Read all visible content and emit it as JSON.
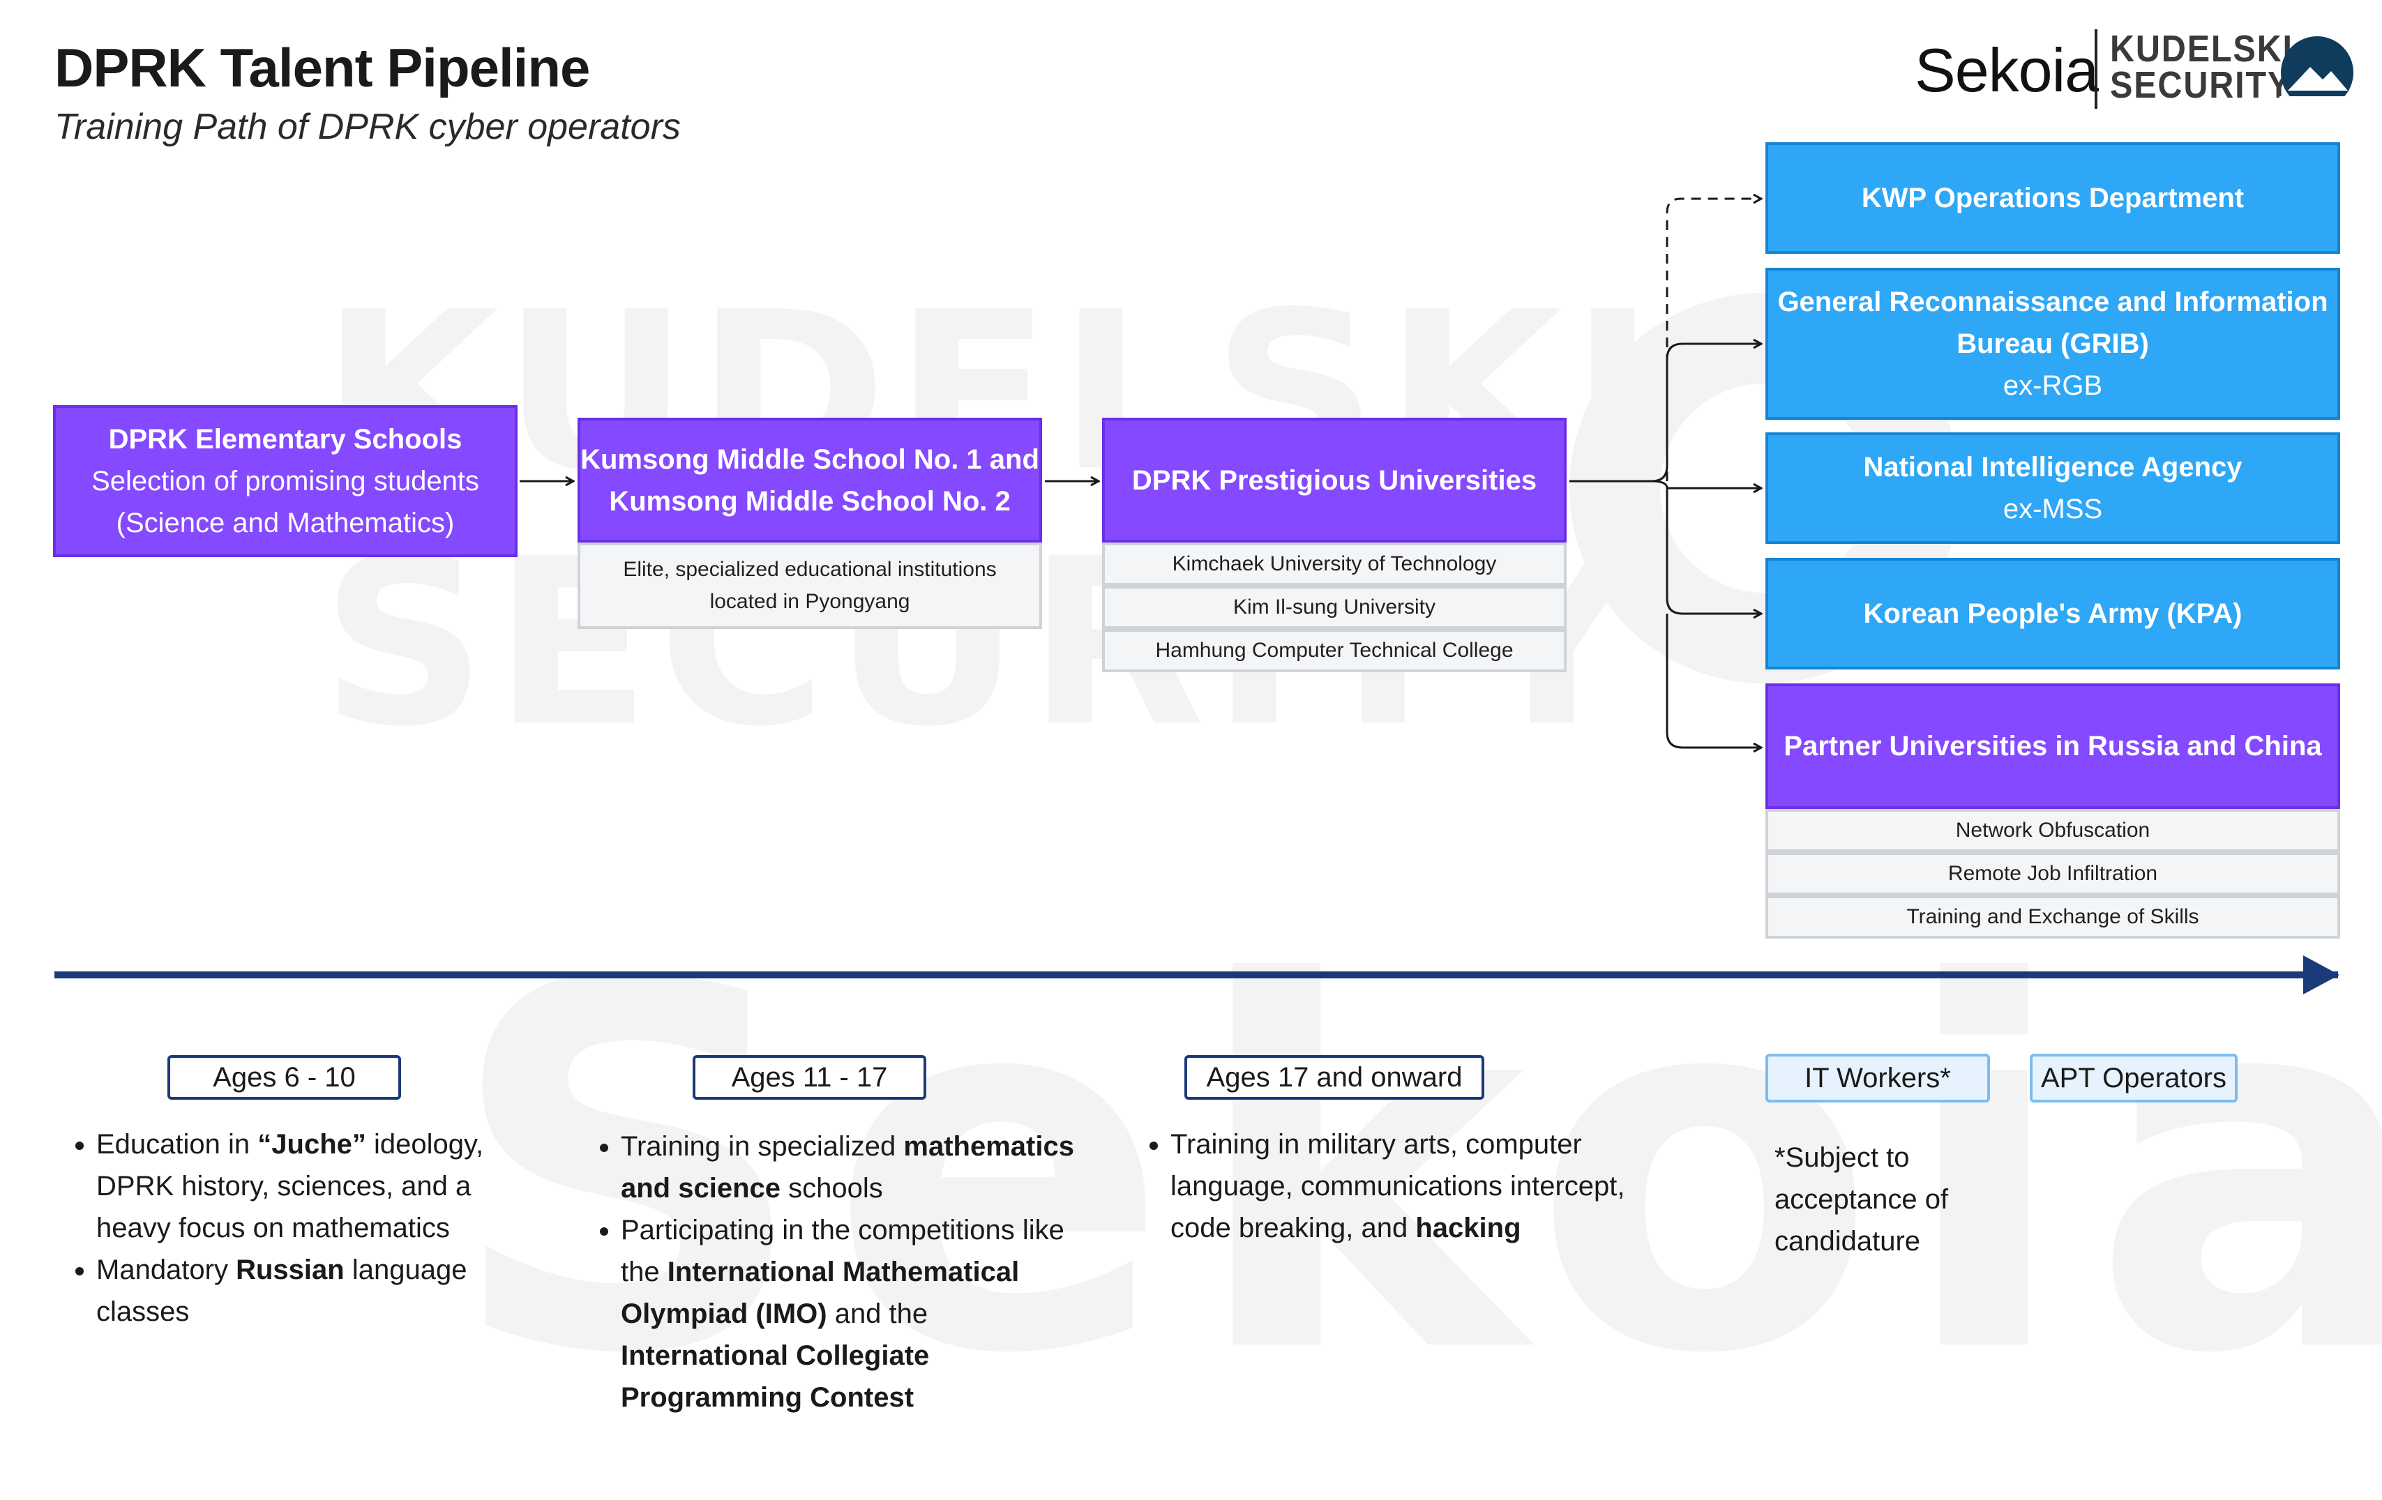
{
  "header": {
    "title": "DPRK Talent Pipeline",
    "subtitle": "Training Path of DPRK cyber operators"
  },
  "logos": {
    "sekoia": "Sekoia",
    "kudelski_line1": "KUDELSKI",
    "kudelski_line2": "SECURITY",
    "watermark_k1": "KUDELSKI",
    "watermark_k2": "SECURITY",
    "watermark_sekoia": "Sekoia"
  },
  "colors": {
    "purple": "#8549ff",
    "blue": "#2ea7f7",
    "timeline": "#1b3a7a"
  },
  "stages": {
    "elementary": {
      "title": "DPRK Elementary Schools",
      "line1": "Selection of promising students",
      "line2": "(Science and Mathematics)"
    },
    "middle": {
      "line1": "Kumsong Middle School No. 1 and",
      "line2": "Kumsong Middle School No. 2",
      "note_line1": "Elite, specialized educational institutions",
      "note_line2": "located in Pyongyang"
    },
    "university": {
      "title": "DPRK Prestigious Universities",
      "items": [
        "Kimchaek University of Technology",
        "Kim Il-sung University",
        "Hamhung Computer Technical College"
      ]
    }
  },
  "destinations": {
    "kwp": "KWP Operations Department",
    "grib_line1": "General Reconnaissance and Information",
    "grib_line2": "Bureau (GRIB)",
    "grib_sub": "ex-RGB",
    "nia": "National Intelligence Agency",
    "nia_sub": "ex-MSS",
    "kpa": "Korean People's Army (KPA)",
    "partner": "Partner Universities in Russia and China",
    "partner_items": [
      "Network Obfuscation",
      "Remote Job Infiltration",
      "Training and Exchange of Skills"
    ]
  },
  "timeline": {
    "ages": {
      "a1": "Ages 6 - 10",
      "a2": "Ages 11 - 17",
      "a3": "Ages 17 and onward",
      "it": "IT Workers*",
      "apt": "APT Operators"
    },
    "col1": {
      "b1_pre": "Education in ",
      "b1_bold": "“Juche”",
      "b1_post": " ideology, DPRK history, sciences, and a heavy focus on mathematics",
      "b2_pre": "Mandatory ",
      "b2_bold": "Russian",
      "b2_post": " language classes"
    },
    "col2": {
      "b1_pre": "Training in specialized ",
      "b1_bold": "mathematics and science",
      "b1_post": " schools",
      "b2_pre": "Participating in the competitions like the ",
      "b2_bold1": "International Mathematical Olympiad (IMO)",
      "b2_mid": " and the ",
      "b2_bold2": "International Collegiate Programming Contest"
    },
    "col3": {
      "b1_pre": "Training in military arts, computer language, communications intercept, code breaking, and ",
      "b1_bold": "hacking"
    },
    "it_note": "*Subject to acceptance of candidature"
  }
}
